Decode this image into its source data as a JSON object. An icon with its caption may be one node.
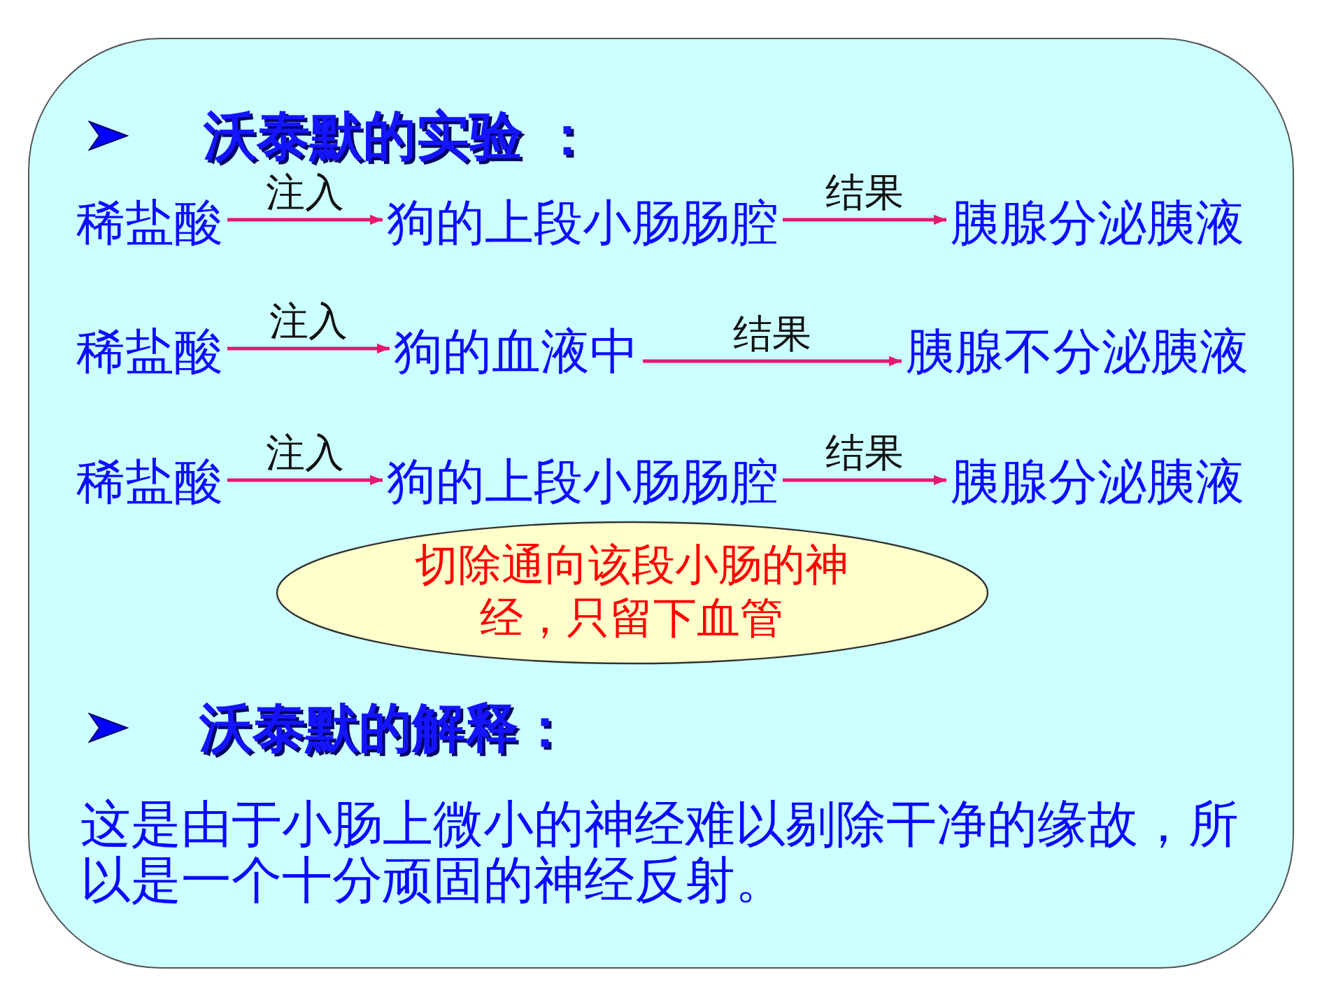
{
  "diagram": {
    "nodes": [
      {
        "text": [
          "沃泰默的实验 ：",
          "沃泰默的解释：",
          "这是由于小肠上微小的神经难以剔除干净的缘故，所以是一个十分顽固的神经反射。"
        ]
      },
      {
        "text": [
          "稀盐酸"
        ],
        "in": 0
      },
      {
        "text": [
          "狗的上段小肠肠腔"
        ],
        "in": 0
      },
      {
        "text": [
          "胰腺分泌胰液"
        ],
        "in": 0
      },
      {
        "text": [
          "稀盐酸"
        ],
        "in": 0
      },
      {
        "text": [
          "狗的血液中"
        ],
        "in": 0
      },
      {
        "text": [
          "胰腺不分泌胰液"
        ],
        "in": 0
      },
      {
        "text": [
          "稀盐酸"
        ],
        "in": 0
      },
      {
        "text": [
          "狗的上段小肠肠腔"
        ],
        "in": 0
      },
      {
        "text": [
          "胰腺分泌胰液"
        ],
        "in": 0
      },
      {
        "text": [
          "切除通向该段小肠的神经，只留下血管"
        ],
        "in": 0
      }
    ],
    "edges": [
      {
        "from": 1,
        "to": 2,
        "arrow": "to",
        "label": "注入"
      },
      {
        "from": 2,
        "to": 3,
        "arrow": "to",
        "label": "结果"
      },
      {
        "from": 4,
        "to": 5,
        "arrow": "to",
        "label": "注入"
      },
      {
        "from": 5,
        "to": 6,
        "arrow": "to",
        "label": "结果"
      },
      {
        "from": 7,
        "to": 8,
        "arrow": "to",
        "label": "注入"
      },
      {
        "from": 8,
        "to": 9,
        "arrow": "to",
        "label": "结果"
      }
    ]
  }
}
